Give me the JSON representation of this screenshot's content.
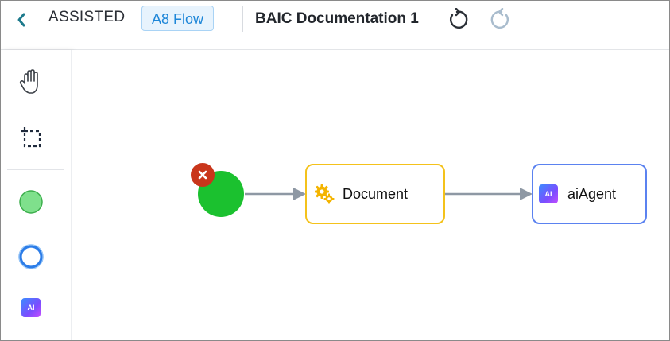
{
  "header": {
    "mode_label": "ASSISTED",
    "flow_badge": "A8 Flow",
    "document_title": "BAIC Documentation 1",
    "icons": [
      "chevron-left-icon",
      "undo-icon",
      "redo-icon"
    ]
  },
  "sidebar": {
    "tools": [
      {
        "name": "hand-tool",
        "icon": "hand-icon"
      },
      {
        "name": "select-tool",
        "icon": "selection-box-icon"
      },
      {
        "name": "start-event-tool",
        "icon": "filled-circle-icon"
      },
      {
        "name": "end-event-tool",
        "icon": "ring-icon"
      },
      {
        "name": "ai-agent-tool",
        "icon": "ai-badge-icon",
        "label": "AI"
      }
    ]
  },
  "canvas": {
    "nodes": [
      {
        "type": "start-event",
        "status": "error",
        "color": "#1bc12f"
      },
      {
        "type": "task",
        "label": "Document",
        "icon": "gears-icon",
        "border_color": "#f4c21b"
      },
      {
        "type": "agent",
        "label": "aiAgent",
        "icon": "ai-badge-icon",
        "badge": "AI",
        "border_color": "#5b82f0"
      }
    ],
    "edges": [
      {
        "from": "start-event",
        "to": "Document"
      },
      {
        "from": "Document",
        "to": "aiAgent"
      }
    ]
  },
  "colors": {
    "accent": "#1d86d8",
    "error": "#c9361b",
    "connector": "#8e98a4"
  }
}
